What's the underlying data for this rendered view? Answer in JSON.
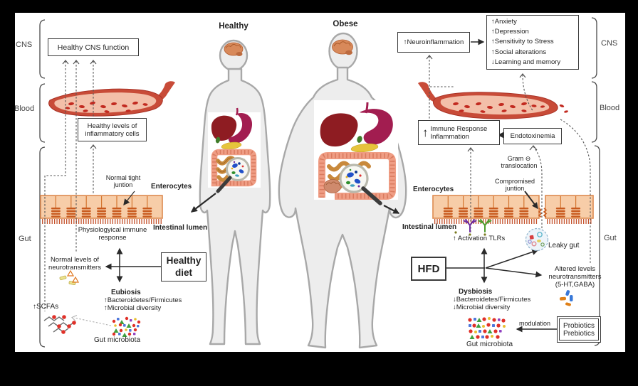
{
  "figure": {
    "panel_titles": {
      "healthy": "Healthy",
      "obese": "Obese"
    },
    "regions_left": {
      "cns": "CNS",
      "blood": "Blood",
      "gut": "Gut"
    },
    "regions_right": {
      "cns": "CNS",
      "blood": "Blood",
      "gut": "Gut"
    },
    "left": {
      "cns_function_box": "Healthy CNS function",
      "inflammatory_box": "Healthy levels of\ninflammatory cells",
      "tight_junction": "Normal tight\njuntion",
      "enterocytes": "Enterocytes",
      "intestinal_lumen": "Intestinal lumen",
      "immune_response": "Physiologyical immune\nresponse",
      "neurotransmitters": "Normal levels of\nneurotransmitters",
      "diet_box": "Healthy\ndiet",
      "eubiosis_title": "Eubiosis",
      "eubiosis_line1": "↑Bacteroidetes/Firmicutes",
      "eubiosis_line2": "↑Microbial diversity",
      "scfas": "↑SCFAs",
      "gut_microbiota": "Gut microbiota"
    },
    "right": {
      "neuroinflammation_box": "↑Neuroinflammation",
      "cns_effects": [
        "↑Anxiety",
        "↑Depression",
        "↑Sensitivity to Stress",
        "↑Social alterations",
        "↓Learning and memory"
      ],
      "immune_box_arrow": "↑",
      "immune_box": "Immune Response\nInflammation",
      "endotoxinemia_box": "Endotoxinemia",
      "gram_translocation": "Gram ⊖\ntranslocation",
      "compromised_junction": "Compromised\njuntion",
      "enterocytes": "Enterocytes",
      "intestinal_lumen": "Intestinal lumen",
      "activation_tlrs": "↑ Activation TLRs",
      "leaky_gut": "Leaky  gut",
      "hfd_box": "HFD",
      "altered_levels": "Altered levels\nneurotransmitters\n(5-HT,GABA)",
      "dysbiosis_title": "Dysbiosis",
      "dysbiosis_line1": "↓Bacteroidetes/Firmicutes",
      "dysbiosis_line2": "↓Microbial diversity",
      "gut_microbiota": "Gut microbiota",
      "modulation": "modulation",
      "probiotics_box": "Probiotics\nPrebiotics"
    },
    "colors": {
      "background": "#000000",
      "canvas": "#ffffff",
      "epithelium_fill": "#f7cda8",
      "epithelium_border": "#dd8a50",
      "tight_junction": "#c85a1e",
      "vessel_wall": "#c84b38",
      "vessel_lumen": "#f3bfa9",
      "body_fill": "#ededed",
      "body_outline": "#a8a8a8",
      "text": "#222222"
    },
    "icons": [
      "brain-icon",
      "liver-icon",
      "stomach-icon",
      "pancreas-icon",
      "intestine-icon",
      "magnifier-icon",
      "blood-vessel-icon",
      "tight-junction-icon",
      "microvilli-icon",
      "tlr-receptor-icon",
      "leaky-gut-icon",
      "scfa-molecule-icon",
      "microbiota-cluster-icon",
      "neurotransmitter-icon",
      "pill-icon"
    ]
  }
}
